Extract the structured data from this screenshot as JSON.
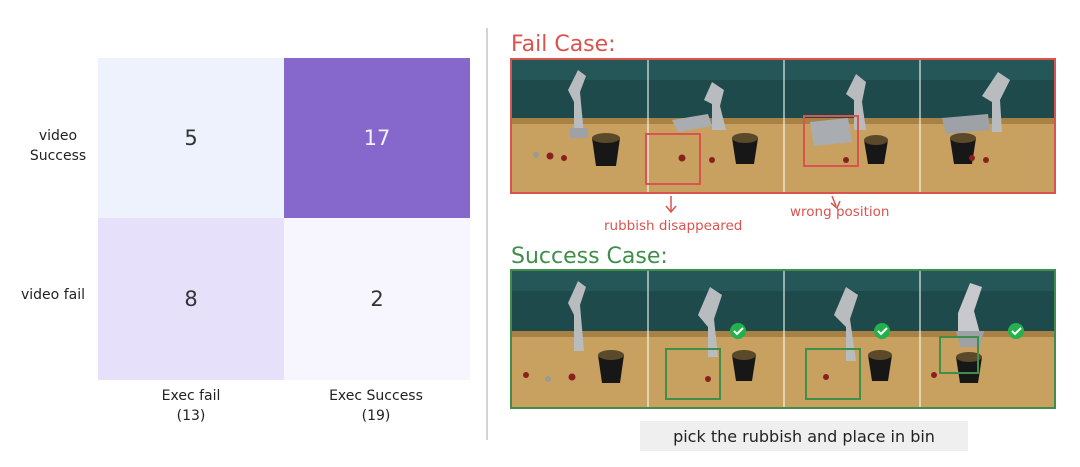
{
  "matrix": {
    "rows": [
      {
        "label_line1": "video",
        "label_line2": "Success",
        "cells": [
          "5",
          "17"
        ]
      },
      {
        "label_line1": "video fail",
        "label_line2": "",
        "cells": [
          "8",
          "2"
        ]
      }
    ],
    "cols": [
      {
        "label": "Exec fail",
        "count": "(13)"
      },
      {
        "label": "Exec Success",
        "count": "(19)"
      }
    ],
    "colors": [
      "#eef2fc",
      "#8668cc",
      "#e6e0fb",
      "#f7f6fe"
    ]
  },
  "fail_case": {
    "title": "Fail Case:",
    "color": "#d9534f",
    "annotations": [
      "rubbish disappeared",
      "wrong position"
    ]
  },
  "success_case": {
    "title": "Success Case:",
    "color": "#3f8f4a"
  },
  "caption": "pick the rubbish and place in bin"
}
